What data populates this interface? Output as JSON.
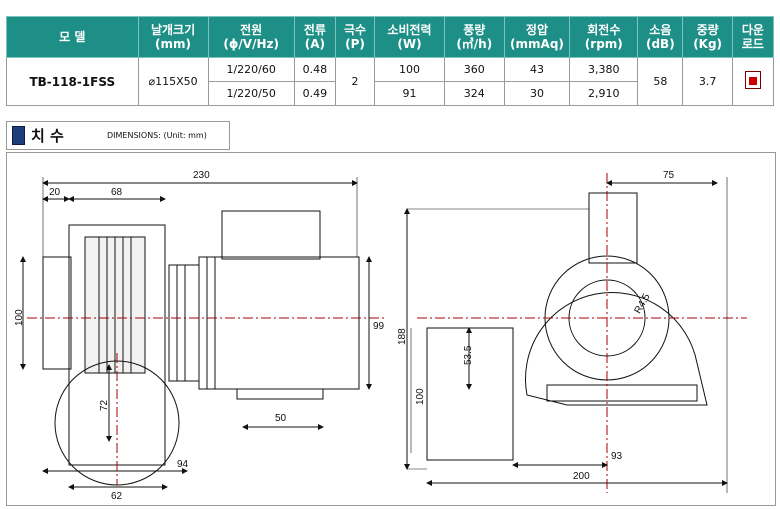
{
  "spec_table": {
    "headers": [
      {
        "key": "model",
        "line1": "모 델",
        "line2": ""
      },
      {
        "key": "blade",
        "line1": "날개크기",
        "line2": "(mm)"
      },
      {
        "key": "power",
        "line1": "전원",
        "line2": "(ϕ/V/Hz)"
      },
      {
        "key": "current",
        "line1": "전류",
        "line2": "(A)"
      },
      {
        "key": "poles",
        "line1": "극수",
        "line2": "(P)"
      },
      {
        "key": "watt",
        "line1": "소비전력",
        "line2": "(W)"
      },
      {
        "key": "airflow",
        "line1": "풍량",
        "line2": "(㎥/h)"
      },
      {
        "key": "pressure",
        "line1": "정압",
        "line2": "(mmAq)"
      },
      {
        "key": "rpm",
        "line1": "회전수",
        "line2": "(rpm)"
      },
      {
        "key": "noise",
        "line1": "소음",
        "line2": "(dB)"
      },
      {
        "key": "weight",
        "line1": "중량",
        "line2": "(Kg)"
      },
      {
        "key": "download",
        "line1": "다운",
        "line2": "로드"
      }
    ],
    "model": "TB-118-1FSS",
    "blade_size": "⌀115X50",
    "poles": "2",
    "noise": "58",
    "weight": "3.7",
    "rows": [
      {
        "power": "1/220/60",
        "current": "0.48",
        "watt": "100",
        "airflow": "360",
        "pressure": "43",
        "rpm": "3,380"
      },
      {
        "power": "1/220/50",
        "current": "0.49",
        "watt": "91",
        "airflow": "324",
        "pressure": "30",
        "rpm": "2,910"
      }
    ]
  },
  "dimensions_section": {
    "title": "치 수",
    "subtitle": "DIMENSIONS: (Unit: mm)"
  },
  "drawing_dims": {
    "d230": "230",
    "d20": "20",
    "d68": "68",
    "d100_left": "100",
    "d99": "99",
    "d72": "72",
    "d50": "50",
    "d94": "94",
    "d62": "62",
    "d75": "75",
    "d188": "188",
    "d535": "53.5",
    "d100_right": "100",
    "dR": "R4.5",
    "d93": "93",
    "d200": "200"
  }
}
